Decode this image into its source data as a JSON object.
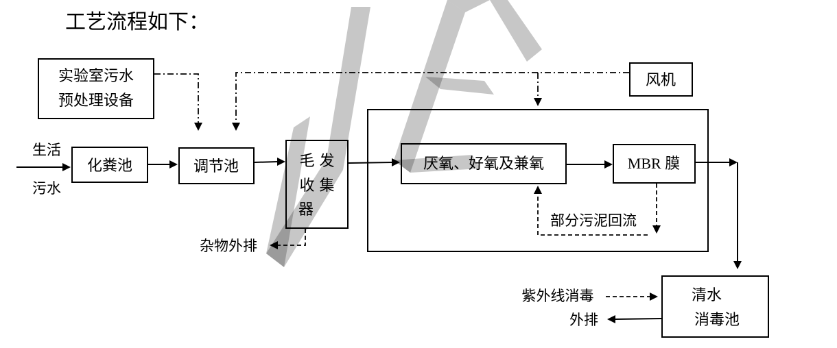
{
  "title": "工艺流程如下：",
  "nodes": {
    "lab_pretreat": [
      "实验室污水",
      "预处理设备"
    ],
    "fan": "风机",
    "septic": "化粪池",
    "regulating": "调节池",
    "hair_collector": [
      "毛 发",
      "收 集",
      "器"
    ],
    "bio": "厌氧、好氧及兼氧",
    "mbr": "MBR 膜",
    "clear_water": [
      "清水",
      "消毒池"
    ]
  },
  "labels": {
    "inflow": [
      "生活",
      "污水"
    ],
    "debris_out": "杂物外排",
    "sludge_return": "部分污泥回流",
    "uv": "紫外线消毒",
    "discharge": "外排"
  },
  "colors": {
    "line": "#000000",
    "background": "#ffffff",
    "watermark": "#bdbdbd"
  }
}
